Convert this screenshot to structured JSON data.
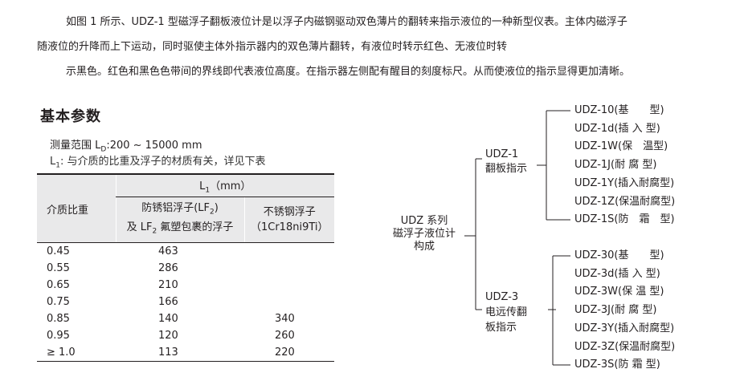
{
  "intro": {
    "line1": "如图 1 所示、UDZ-1 型磁浮子翻板液位计是以浮子内磁钢驱动双色薄片的翻转来指示液位的一种新型仪表。主体内磁浮子",
    "line2": "随液位的升降而上下运动，同时驱使主体外指示器内的双色薄片翻转，有液位时转示红色、无液位时转",
    "line3": "示黑色。红色和黑色色带间的界线即代表液位高度。在指示器左侧配有醒目的刻度标尺。从而使液位的指示显得更加清晰。"
  },
  "section_title": "基本参数",
  "measure_range": "测量范围 L",
  "measure_range_sub": "D",
  "measure_range_value": ":200 ~ 15000 mm",
  "note_prefix": "L",
  "note_prefix_sub": "1",
  "note_text": ":  与介质的比重及浮子的材质有关，详见下表",
  "table": {
    "col1_header": "介质比重",
    "group_header_L": "L",
    "group_header_sub": "1",
    "group_header_unit": "（mm）",
    "col2_header_line1": "防锈铝浮子(LF",
    "col2_header_line1_sub": "2",
    "col2_header_line1_end": ")",
    "col2_header_line2_pre": "及 LF",
    "col2_header_line2_sub": "2",
    "col2_header_line2_end": " 氟塑包裹的浮子",
    "col3_header_line1": "不锈钢浮子",
    "col3_header_line2": "（1Cr18ni9Ti）",
    "rows": [
      {
        "density": "0.45",
        "al": "463",
        "ss": ""
      },
      {
        "density": "0.55",
        "al": "286",
        "ss": ""
      },
      {
        "density": "0.65",
        "al": "210",
        "ss": ""
      },
      {
        "density": "0.75",
        "al": "166",
        "ss": ""
      },
      {
        "density": "0.85",
        "al": "140",
        "ss": "340"
      },
      {
        "density": "0.95",
        "al": "120",
        "ss": "260"
      },
      {
        "density": "≥ 1.0",
        "al": "113",
        "ss": "220"
      }
    ]
  },
  "tree": {
    "root_line1": "UDZ 系列",
    "root_line2": "磁浮子液位计",
    "root_line3": "构成",
    "branch1_line1": "UDZ-1",
    "branch1_line2": "翻板指示",
    "branch2_line1": "UDZ-3",
    "branch2_line2": "电远传翻",
    "branch2_line3": "板指示",
    "group1": [
      "UDZ-10(基　　型)",
      "UDZ-1d(插 入 型)",
      "UDZ-1W(保　温型)",
      "UDZ-1J(耐 腐 型)",
      "UDZ-1Y(插入耐腐型)",
      "UDZ-1Z(保温耐腐型)",
      "UDZ-1S(防　霜　型)"
    ],
    "group2": [
      "UDZ-30(基　　型)",
      "UDZ-3d(插 入 型)",
      "UDZ-3W(保 温 型)",
      "UDZ-3J(耐 腐 型)",
      "UDZ-3Y(插入耐腐型)",
      "UDZ-3Z(保温耐腐型)",
      "UDZ-3S(防 霜 型)"
    ]
  }
}
